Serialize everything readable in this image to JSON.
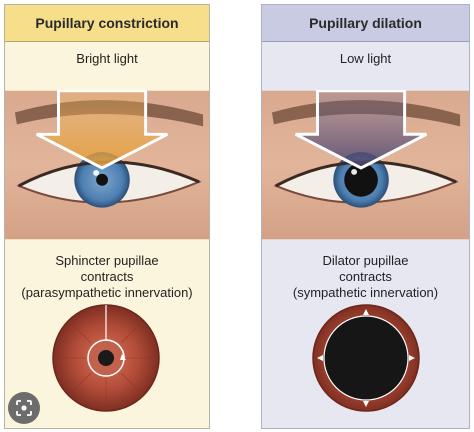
{
  "constriction": {
    "title": "Pupillary constriction",
    "stimulus": "Bright light",
    "caption_lines": [
      "Sphincter pupillae",
      "contracts",
      "(parasympathetic innervation)"
    ]
  },
  "dilation": {
    "title": "Pupillary dilation",
    "stimulus": "Low light",
    "caption_lines": [
      "Dilator pupillae",
      "contracts",
      "(sympathetic innervation)"
    ]
  },
  "colors": {
    "constriction_panel": "#fbf5dd",
    "constriction_header": "#f7de8b",
    "dilation_panel": "#e7e7f2",
    "dilation_header": "#c9cbe2",
    "bright_arrow": "#e9a84a",
    "low_arrow": "#6f668e",
    "iris_blue": "#4c7fb1",
    "iris_muscle": "#b24c38"
  },
  "icons": {
    "lens_search": "google-lens-icon"
  }
}
